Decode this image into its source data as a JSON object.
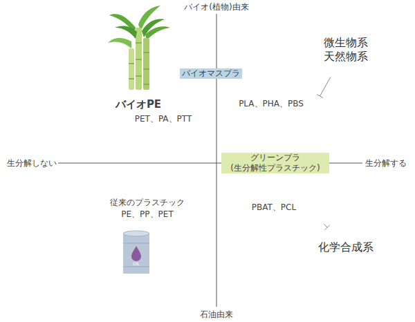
{
  "diagram": {
    "nodes": [
      {
        "text": [
          "バイオマスプラ",
          "PET、PA、PTT"
        ]
      },
      {
        "text": [
          "バイオPE"
        ],
        "in": 0
      },
      {
        "text": [
          "PLA、PHA、PBS",
          "グリーンプラ (生分解性プラスチック)",
          "PBAT、PCL"
        ]
      },
      {
        "text": [
          "微生物系 天然物系"
        ]
      },
      {
        "text": [
          "化学合成系"
        ]
      }
    ],
    "edges": [
      {
        "from": 3,
        "to": 2,
        "arrow": "none"
      },
      {
        "from": 4,
        "to": 2,
        "arrow": "none"
      }
    ],
    "labels": [
      "バイオ(植物)由来",
      "石油由来",
      "生分解しない",
      "生分解する",
      "従来のプラスチック",
      "PE、PP、PET",
      "OIL"
    ]
  }
}
